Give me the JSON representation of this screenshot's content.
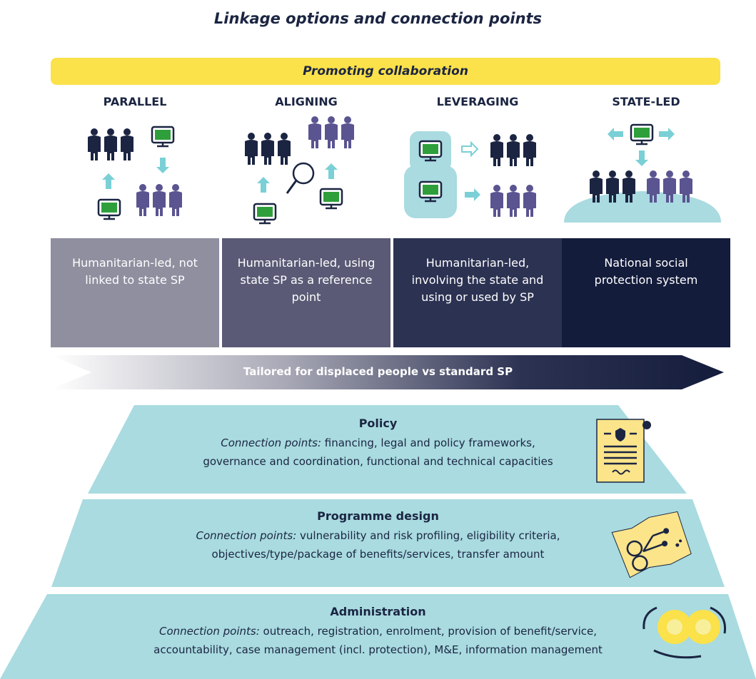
{
  "title": "Linkage options and connection points",
  "banner": "Promoting collaboration",
  "columns": [
    {
      "heading": "PARALLEL",
      "description": "Humanitarian-led, not linked to state SP",
      "color": "#8f8fa0"
    },
    {
      "heading": "ALIGNING",
      "description": "Humanitarian-led, using state SP as a reference point",
      "color": "#5a5a76"
    },
    {
      "heading": "LEVERAGING",
      "description": "Humanitarian-led, involving the state and using or used by SP",
      "color": "#2c3252"
    },
    {
      "heading": "STATE-LED",
      "description": "National social protection system",
      "color": "#141c3c"
    }
  ],
  "arrow_label": "Tailored for displaced people vs standard SP",
  "tiers": [
    {
      "title": "Policy",
      "prefix": "Connection points:",
      "line1": " financing, legal and policy frameworks,",
      "line2": "governance and coordination, functional and technical capacities"
    },
    {
      "title": "Programme design",
      "prefix": "Connection points:",
      "line1": " vulnerability and risk profiling,  eligibility criteria,",
      "line2": "objectives/type/package of benefits/services, transfer amount"
    },
    {
      "title": "Administration",
      "prefix": "Connection points:",
      "line1": " outreach, registration, enrolment, provision of benefit/service,",
      "line2": "accountability, case management (incl. protection), M&E, information management"
    }
  ],
  "colors": {
    "tier": "#a9dbe0",
    "accent": "#7ad0d6",
    "navy": "#1b2542",
    "purple": "#5a5491",
    "yellow": "#fbe14a"
  }
}
